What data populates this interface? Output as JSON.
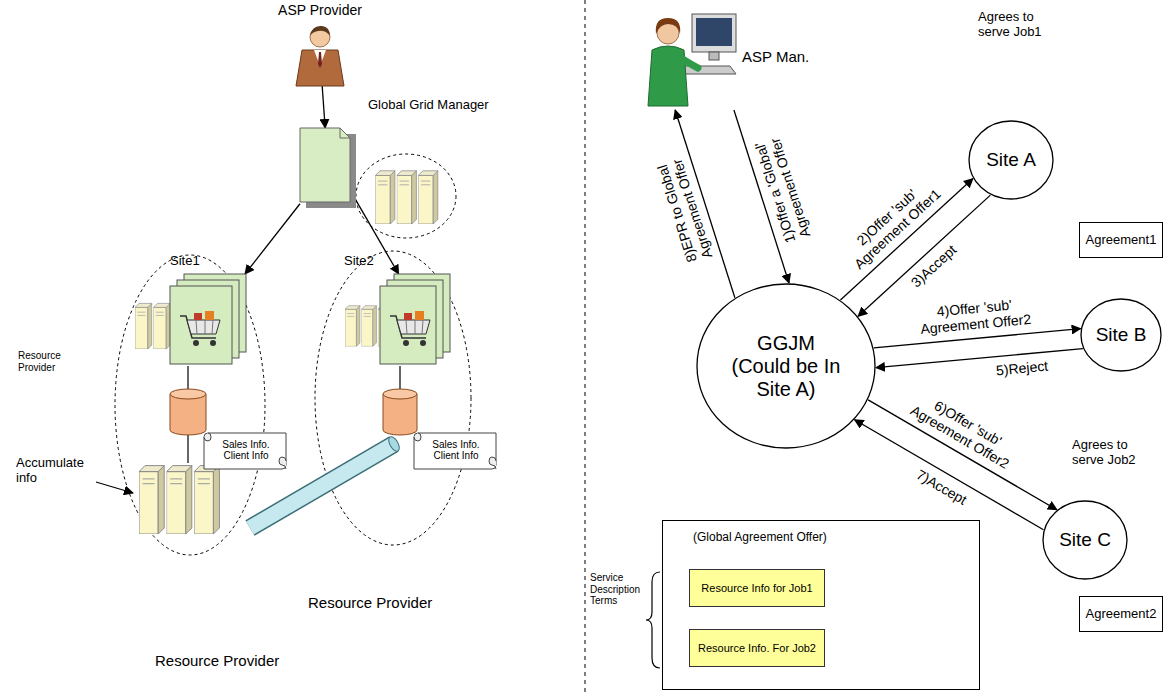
{
  "diagram": {
    "nodes": [
      {
        "text": [
          "ASP Provider"
        ]
      },
      {
        "text": [
          "Global Grid Manager"
        ]
      },
      {
        "text": [
          "Site1"
        ]
      },
      {
        "text": [
          "Site2"
        ]
      },
      {
        "text": [
          "Sales Info. Client Info"
        ]
      },
      {
        "text": [
          "Sales Info. Client Info"
        ]
      },
      {
        "text": [
          "ASP Man."
        ]
      },
      {
        "text": [
          "Site A",
          "Agrees to serve Job1"
        ]
      },
      {
        "text": [
          "Site B"
        ]
      },
      {
        "text": [
          "Site C",
          "Agrees to serve Job2"
        ]
      },
      {
        "text": [
          "GGJM (Could be In Site A)"
        ]
      },
      {
        "text": [
          "Agreement1"
        ]
      },
      {
        "text": [
          "Agreement2"
        ]
      },
      {
        "text": [
          "(Global Agreement Offer)"
        ]
      },
      {
        "text": [
          "Resource Info for Job1"
        ],
        "in": 13
      },
      {
        "text": [
          "Resource Info. For Job2"
        ],
        "in": 13
      }
    ],
    "edges": [
      {
        "from": 0,
        "to": 1,
        "arrow": "to"
      },
      {
        "from": 1,
        "to": 2,
        "arrow": "to"
      },
      {
        "from": 1,
        "to": 3,
        "arrow": "to"
      },
      {
        "from": 6,
        "to": 10,
        "arrow": "to",
        "label": "1)Offer a 'Global' Agreement Offer"
      },
      {
        "from": 10,
        "to": 7,
        "arrow": "to",
        "label": "2)Offer 'sub' Agreement Offer1"
      },
      {
        "from": 7,
        "to": 10,
        "arrow": "to",
        "label": "3)Accept"
      },
      {
        "from": 10,
        "to": 8,
        "arrow": "to",
        "label": "4)Offer 'sub' Agreement Offer2"
      },
      {
        "from": 8,
        "to": 10,
        "arrow": "to",
        "label": "5)Reject"
      },
      {
        "from": 10,
        "to": 9,
        "arrow": "to",
        "label": "6)Offer 'sub' Agreement Offer2"
      },
      {
        "from": 9,
        "to": 10,
        "arrow": "to",
        "label": "7)Accept"
      },
      {
        "from": 10,
        "to": 6,
        "arrow": "to",
        "label": "8)EPR to Global Agreement Offer"
      }
    ],
    "labels": [
      "Resource Provider",
      "Resource Provider",
      "Resource Provider",
      "Accumulate info",
      "Service Description Terms"
    ]
  }
}
